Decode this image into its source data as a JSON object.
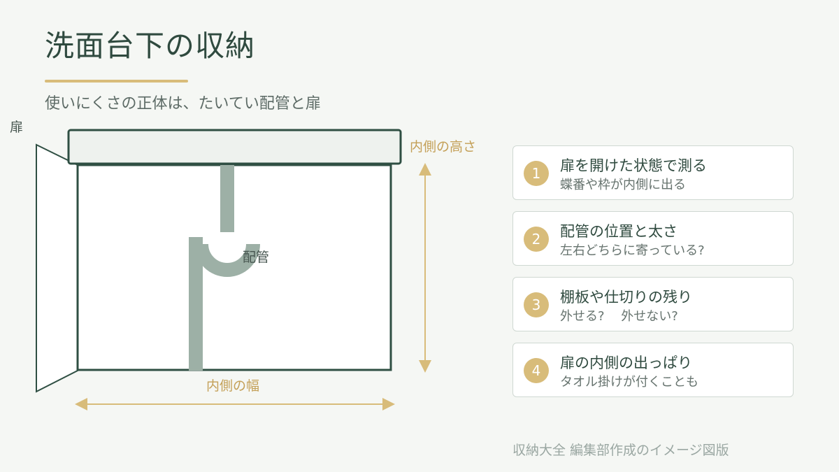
{
  "header": {
    "title": "洗面台下の収納",
    "subtitle": "使いにくさの正体は、たいてい配管と扉"
  },
  "diagram": {
    "door_label": "扉",
    "height_label": "内側の高さ",
    "pipe_label": "配管",
    "width_label": "内側の幅"
  },
  "checklist": [
    {
      "number": "1",
      "title": "扉を開けた状態で測る",
      "note": "蝶番や枠が内側に出る"
    },
    {
      "number": "2",
      "title": "配管の位置と太さ",
      "note": "左右どちらに寄っている?"
    },
    {
      "number": "3",
      "title": "棚板や仕切りの残り",
      "note": "外せる?　 外せない?"
    },
    {
      "number": "4",
      "title": "扉の内側の出っぱり",
      "note": "タオル掛けが付くことも"
    }
  ],
  "footer": {
    "credit": "収納大全 編集部作成のイメージ図版"
  },
  "colors": {
    "accent": "#d8bc7a",
    "cabinet_outline": "#2f4f43",
    "pipe": "#9db0a6",
    "background": "#f5f7f4"
  }
}
